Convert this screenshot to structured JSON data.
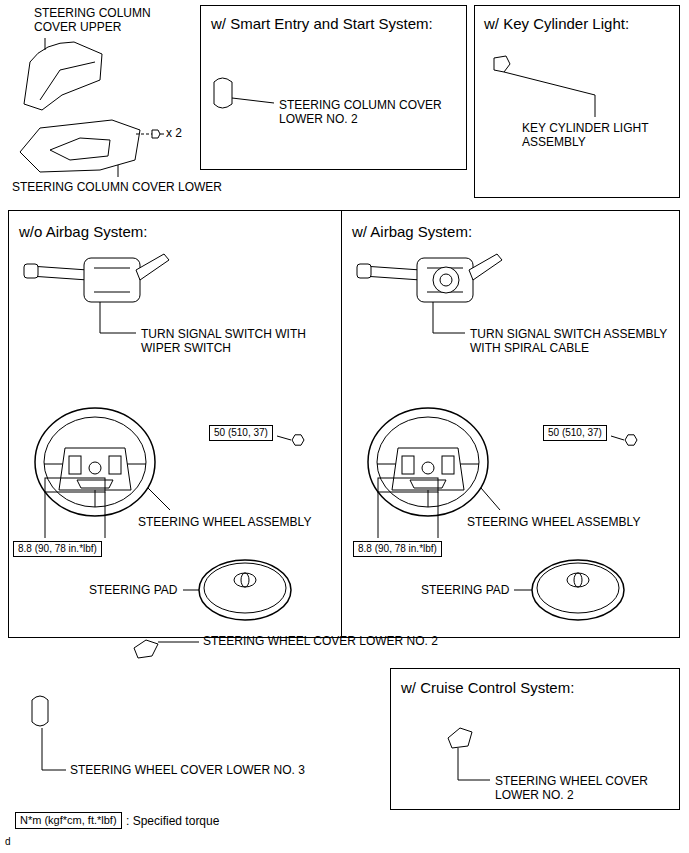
{
  "diagram": {
    "nodes": [
      {
        "text": [
          "w/ Smart Entry and Start System:",
          "STEERING COLUMN COVER LOWER NO. 2"
        ]
      },
      {
        "text": [
          "w/ Key Cylinder Light:",
          "KEY CYLINDER LIGHT ASSEMBLY"
        ]
      },
      {
        "text": [
          "w/o Airbag System:",
          "TURN SIGNAL SWITCH WITH WIPER SWITCH",
          "STEERING WHEEL ASSEMBLY",
          "STEERING PAD"
        ]
      },
      {
        "text": [
          "50 (510, 37)"
        ],
        "in": 2
      },
      {
        "text": [
          "8.8 (90, 78 in.*lbf)"
        ],
        "in": 2
      },
      {
        "text": [
          "w/ Airbag System:",
          "TURN SIGNAL SWITCH ASSEMBLY WITH SPIRAL CABLE",
          "STEERING WHEEL ASSEMBLY",
          "STEERING PAD"
        ]
      },
      {
        "text": [
          "50 (510, 37)"
        ],
        "in": 5
      },
      {
        "text": [
          "8.8 (90, 78 in.*lbf)"
        ],
        "in": 5
      },
      {
        "text": [
          "w/ Cruise Control System:",
          "STEERING WHEEL COVER LOWER NO. 2"
        ]
      },
      {
        "text": [
          "N*m (kgf*cm, ft.*lbf)"
        ]
      }
    ],
    "labels": [
      "STEERING COLUMN COVER UPPER",
      "x 2",
      "STEERING COLUMN COVER LOWER",
      "STEERING WHEEL COVER LOWER NO. 2",
      "STEERING WHEEL COVER LOWER NO. 3",
      ": Specified torque",
      "d"
    ]
  }
}
